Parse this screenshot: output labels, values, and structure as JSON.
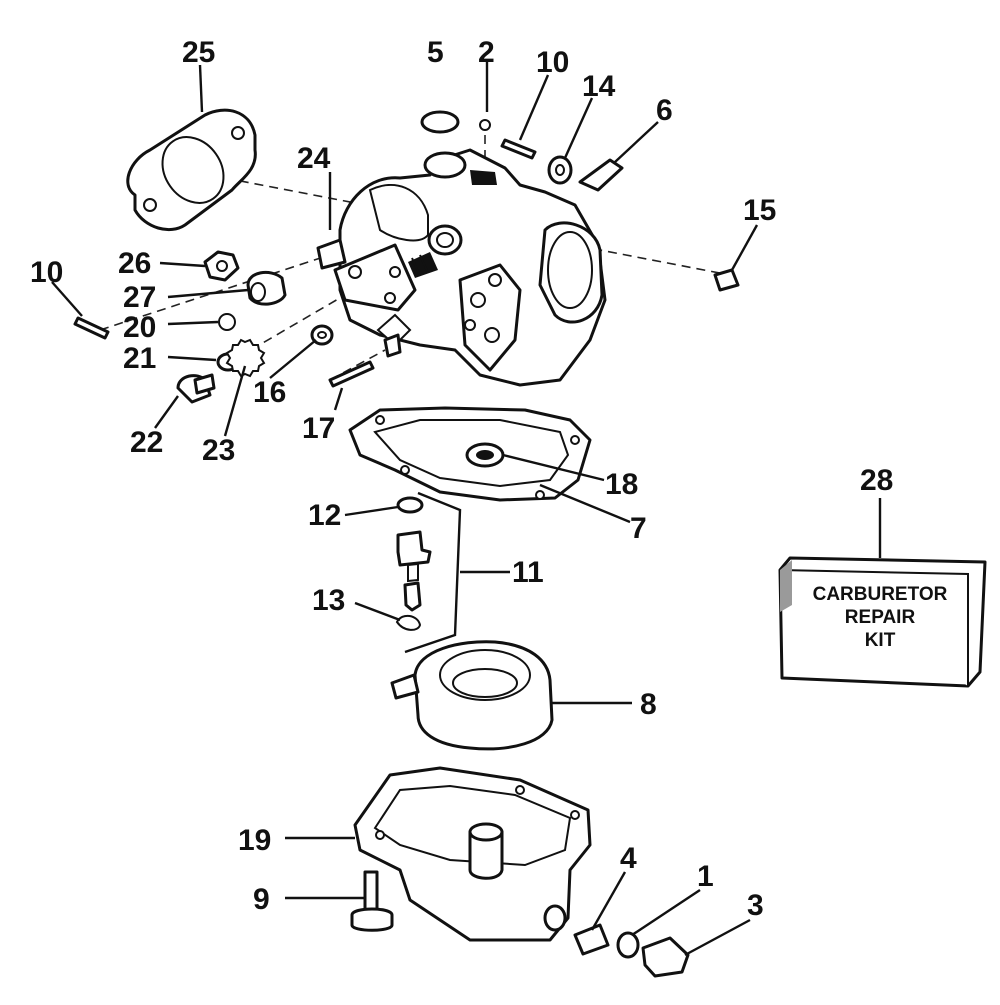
{
  "callouts": {
    "c1": "1",
    "c2": "2",
    "c3": "3",
    "c4": "4",
    "c5": "5",
    "c6": "6",
    "c7": "7",
    "c8": "8",
    "c9": "9",
    "c10a": "10",
    "c10b": "10",
    "c11": "11",
    "c12": "12",
    "c13": "13",
    "c14": "14",
    "c15": "15",
    "c16": "16",
    "c17": "17",
    "c18": "18",
    "c19": "19",
    "c20": "20",
    "c21": "21",
    "c22": "22",
    "c23": "23",
    "c24": "24",
    "c25": "25",
    "c26": "26",
    "c27": "27",
    "c28": "28"
  },
  "repair_kit": {
    "line1": "CARBURETOR",
    "line2": "REPAIR",
    "line3": "KIT"
  }
}
